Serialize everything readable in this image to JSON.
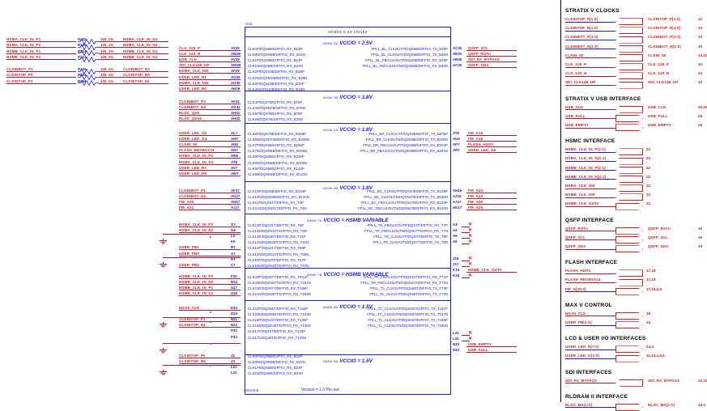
{
  "document": {
    "unit_label": "Unit",
    "block_title": "stratix v sx clocks",
    "footer_left": "SOAVN-E",
    "footer_center": "Version = 1.0 Pin-out"
  },
  "banks": [
    {
      "bank_label": "BANK 3A",
      "vccio": "VCCIO = 2.5V"
    },
    {
      "bank_label": "BANK 3B",
      "vccio": "VCCIO = 1.8V"
    },
    {
      "bank_label": "BANK 4A",
      "vccio": "VCCIO = 1.8V"
    },
    {
      "bank_label": "BANK 4B",
      "vccio": "VCCIO = 1.8V"
    },
    {
      "bank_label": "BANK 7A",
      "vccio": "VCCIO = HSMB VARIABLE"
    },
    {
      "bank_label": "BANK 7B",
      "vccio": "VCCIO = HSMB VARIABLE"
    },
    {
      "bank_label": "BANK 8A",
      "vccio": "VCCIO = 1.5V"
    },
    {
      "bank_label": "BANK 8B",
      "vccio": "VCCIO = 1.5V"
    }
  ],
  "resistor_network": [
    {
      "left": "HSMA_CLK_IN_P1",
      "des": "R202",
      "value": "100, 1%",
      "right": "HSMA_CLK_IN_N1"
    },
    {
      "left": "HSMA_CLK_IN_P2",
      "des": "R196",
      "value": "100, 1%",
      "right": "HSMA_CLK_IN_N2"
    },
    {
      "left": "HSMB_CLK_IN_P1",
      "des": "R224",
      "value": "100, 1%",
      "right": "HSMB_CLK_IN_N1"
    },
    {
      "left": "HSMB_CLK_IN_P2",
      "des": "R223",
      "value": "100, 1%",
      "right": "HSMB_CLK_IN_N2"
    },
    {
      "left": "CLKINBOT_P1",
      "des": "R225",
      "value": "100, 1%",
      "right": "CLKINBOT_N1"
    },
    {
      "left": "CLKINTOP_P0",
      "des": "R861",
      "value": "100, 1%",
      "right": "CLKINTOP_N0"
    },
    {
      "left": "CLKINTOP_P1",
      "des": "R296",
      "value": "100, 1%",
      "right": "CLKINTOP_N1"
    }
  ],
  "left_nets": [
    {
      "name": "CLK_125_P",
      "ball": "AV29"
    },
    {
      "name": "CLK_125_N",
      "ball": "AW29"
    },
    {
      "name": "USB_CLK",
      "ball": "AV28"
    },
    {
      "name": "SDI_CLK148_UP",
      "ball": "AW28"
    },
    {
      "name": "HSMA_CLK_IN0",
      "ball": "AF29"
    },
    {
      "name": "USER_LED_R1",
      "ball": "AG29"
    },
    {
      "name": "HSMA_CLK_IN0",
      "ball": "AG30"
    },
    {
      "name": "USER_LED_R0",
      "ball": "AH29"
    },
    {
      "name": "CLKINBOT_P0",
      "ball": "AF32"
    },
    {
      "name": "CLKINBOT_N0",
      "ball": "AG32"
    },
    {
      "name": "RLDC_QK0",
      "ball": "AH31"
    },
    {
      "name": "RLDC_QK0n",
      "ball": "AH32"
    },
    {
      "name": "USER_LED_G2",
      "ball": "AL7"
    },
    {
      "name": "USER_LED_G4",
      "ball": "AM7"
    },
    {
      "name": "CLKIN_50",
      "ball": "AN6"
    },
    {
      "name": "FLASH_RDYBSYn1",
      "ball": "AN7"
    },
    {
      "name": "HSMA_CLK_IN_P1",
      "ball": "AR8"
    },
    {
      "name": "HSMA_CLK_IN_N1",
      "ball": "AT8"
    },
    {
      "name": "USER_LED_R7",
      "ball": "AV7"
    },
    {
      "name": "USER_LED_R5",
      "ball": "AW7"
    },
    {
      "name": "CLKINBOT_P1",
      "ball": "AF17"
    },
    {
      "name": "CLKINBOT_N1",
      "ball": "AG17"
    },
    {
      "name": "FM_A20",
      "ball": "AH17"
    },
    {
      "name": "FM_A21",
      "ball": "AJ17"
    },
    {
      "name": "HSMA_CLK_IN_P2",
      "ball": "G7"
    },
    {
      "name": "HSMA_CLK_IN_N2",
      "ball": "G6"
    },
    {
      "name": "",
      "ball": "L6"
    },
    {
      "name": "",
      "ball": "K6"
    },
    {
      "name": "USER_PB1",
      "ball": "B7"
    },
    {
      "name": "USER_PB0",
      "ball": "A7"
    },
    {
      "name": "",
      "ball": "D7"
    },
    {
      "name": "USER_PB2",
      "ball": "C7"
    },
    {
      "name": "HSMB_CLK_IN_P2",
      "ball": "F29"
    },
    {
      "name": "HSMB_CLK_IN_N2",
      "ball": "N34"
    },
    {
      "name": "HSMB_CLK_IN_P1",
      "ball": "U17"
    },
    {
      "name": "HSMB_CLK_IN_N1",
      "ball": "U16"
    },
    {
      "name": "MAX5_CLK",
      "ball": "E34"
    },
    {
      "name": "",
      "ball": "D34"
    },
    {
      "name": "CLKINTOP_P1",
      "ball": "N21"
    },
    {
      "name": "CLKINTOP_N1",
      "ball": "N22"
    },
    {
      "name": "",
      "ball": "P32"
    },
    {
      "name": "",
      "ball": "P33"
    },
    {
      "name": "CLKINTOP_P0",
      "ball": "J2"
    },
    {
      "name": "CLKINTOP_N0",
      "ball": "J3"
    },
    {
      "name": "",
      "ball": "L21"
    },
    {
      "name": "",
      "ball": "L22"
    }
  ],
  "pin_names_left": [
    "CLK0P/DQS9B/DIFFIO_RX_B22P",
    "CLK0N/DQSN9B/DIFFIO_RX_B22N",
    "CLK1P/DQS8B/DIFFIO_RX_B24P",
    "CLK1N/DQS8B/DIFFIO_RX_B24N",
    "CLK2P/DQS10B/DIFFIO_RX_B28P",
    "CLK2N/DQSN10B/DIFFIO_RX_B28N",
    "CLK3P/DQS10B/DIFFIO_RX_B30P",
    "CLK3N/DQS10B/DIFFIO_RX_B30N",
    "CLK4P/DQS7B/DIFFIO_RX_B75P",
    "CLK4N/DQSN7B/DIFFIO_RX_B75N",
    "CLK5P/DQS7B/DIFFIO_RX_B78P",
    "CLK5N/DQS7B/DIFFIO_RX_B78N",
    "CLK6P/DQS70B/DIFFIO_RX_B208P",
    "CLK6N/DQSN70B/DIFFIO_RX_B208N",
    "CLK7P/DQS6B/DIFFIO_RX_B206P",
    "CLK7N/DQSN6B/DIFFIO_RX_B206N",
    "CLK8P/DQS6B/DIFFIO_RX_B200P",
    "CLK8N/DQSN6B/DIFFIO_RX_B200N",
    "CLK9P/DQS5B/DIFFIO_RX_B142P",
    "CLK9N/DQSN5B/DIFFIO_RX_B142N",
    "CLK10P/DQS5B/DIFFIO_RX_B144P",
    "CLK10N/DQSN5B/DIFFIO_RX_B144N",
    "CLK11P/DQS31T/DIFFIO_RX_T3P",
    "CLK11N/DQSN31T/DIFFIO_RX_T3N",
    "CLK12P/DQS31T/DIFFIO_RX_T5P",
    "CLK12N/DQSN31T/DIFFIO_RX_T5N",
    "CLK13P/DQS30T/DIFFIO_RX_T11P",
    "CLK13N/DQSN30T/DIFFIO_RX_T11N",
    "CLK14P/DQS21T/DIFFIO_RX_T69P",
    "CLK14N/DQSN21T/DIFFIO_RX_T69N",
    "CLK15P/DQS20T/DIFFIO_RX_T67P",
    "CLK15N/DQSN20T/DIFFIO_RX_T67N",
    "CLK20P/DQS67T/DIFFIO_RX_T201P",
    "CLK20N/DQSN67T/DIFFIO_RX_T201N",
    "CLK21P/DQS67T/DIFFIO_RX_T199P",
    "CLK21N/DQSN67T/DIFFIO_RX_T199N",
    "CLK22P/DQS65T/DIFFIO_RX_T133P",
    "CLK22N/DQSN65T/DIFFIO_RX_T133N",
    "CLK16P/DQS45T/DIFFIO_RX_T135P",
    "CLK16N/DQSN45T/DIFFIO_RX_T135N",
    "CLK17P/DQ45T/DIFFIO_RX_T133P",
    "CLK17N/DQ45T/DIFFIO_RX_T133N"
  ],
  "pin_names_right": [
    "FPLL_BL_CLKOUTP/DQS9B/DIFFIO_TX_B25P",
    "FPLL_BL_CLKOUTN/DQS9B/DIFFIO_TX_B25N",
    "FPLL_BL_FB/CLKOUTP/DQS9B/DIFFIO_RX_B26P",
    "FPLL_BL_FB/CLKOUTN/DQSN9B/DIFFIO_RX_B26N",
    "FPLL_BR_CLKOUTP/DQS9B/DIFFIO_TX_B205P",
    "FPLL_BR_CLKOUTN/DQSN9B/DIFFIO_TX_B205N",
    "FPLL_BR_FB/CLKOUTP/DQS9B/DIFFIO_RX_B204P",
    "FPLL_BR_FB/CLKOUTN/DQSN9B/DIFFIO_RX_B204N",
    "FPLL_BC_CLKOUTP/DQS47B/DIFFIO_TX_B138P",
    "FPLL_BC_CLKOUTN/DQSN47B/DIFFIO_TX_B138N",
    "FPLL_BC_FB/CLKOUTP/DQS47B/DIFFIO_RX_B140P",
    "FPLL_BC_FB/CLKOUTN/DQSN47B/DIFFIO_RX_B140N",
    "FPLL_TR_FB/CLKOUTP/DQS7T/DIFFIO_RX_T7P",
    "FPLL_TR_FB/CLKOUTN/DQSN7T/DIFFIO_RX_T7N",
    "FPLL_TR_CLKOUTP/DQS7T/DIFFIO_TX_T9P",
    "FPLL_TR_CLKOUTN/DQS7T/DIFFIO_TX_T9N",
    "FPLL_TR_FB/CLKOUTP/DQS24T/DIFFIO_RX_T71P",
    "FPLL_TR_FB/CLKOUTN/DQSN24T/DIFFIO_RX_T71N",
    "FPLL_TL_CLKOUTP/DQS68T/DIFFIO_TX_T73P",
    "FPLL_TL_CLKOUTN/DQS68T/DIFFIO_TX_T73N",
    "FPLL_TC_CLKOUTP/DQS66T/DIFFIO_TX_T197P",
    "FPLL_TC_CLKOUTN/DQS66T/DIFFIO_TX_T197N",
    "FPLL_TL_CLKOUTP/DQS66T/DIFFIO_TX_T195P",
    "FPLL_TL_CLKOUTN/DQS66T/DIFFIO_TX_T195N"
  ],
  "right_nets": [
    {
      "ball": "AC30",
      "name": "QSFP_SCL"
    },
    {
      "ball": "AE30",
      "name": "QSFP_RSTn"
    },
    {
      "ball": "AB30",
      "name": "SDI_RX_BYPASS"
    },
    {
      "ball": "AC30",
      "name": "QSFP_SDA"
    },
    {
      "ball": "AT6",
      "name": "FM_A19"
    },
    {
      "ball": "AU6",
      "name": "FM_A18"
    },
    {
      "ball": "AP7",
      "name": "FLASH_ADVn"
    },
    {
      "ball": "AR7",
      "name": "USER_LED_G6"
    },
    {
      "ball": "AH16",
      "name": "FM_A24"
    },
    {
      "ball": "AJ16",
      "name": "FM_A23"
    },
    {
      "ball": "AJ17",
      "name": "FM_A26"
    },
    {
      "ball": "AK17",
      "name": "FM_A25"
    },
    {
      "ball": "A3",
      "name": ""
    },
    {
      "ball": "A4",
      "name": ""
    },
    {
      "ball": "A5",
      "name": ""
    },
    {
      "ball": "A6",
      "name": ""
    },
    {
      "ball": "J16",
      "name": ""
    },
    {
      "ball": "J17",
      "name": ""
    },
    {
      "ball": "K16",
      "name": "HSMB_CLK_OUT0"
    },
    {
      "ball": "K18",
      "name": ""
    },
    {
      "ball": "L33",
      "name": ""
    },
    {
      "ball": "L34",
      "name": ""
    },
    {
      "ball": "N33",
      "name": "USB_EMPTY"
    },
    {
      "ball": "N34",
      "name": "USB_FULL"
    }
  ],
  "right_panel": {
    "sections": [
      {
        "title": "STRATIX V CLOCKS",
        "ports": [
          {
            "left_label": "CLKINTOP_P[1:0]",
            "right_label": "CLKINTOP_P[1:0]",
            "pages": "10",
            "dir": "in",
            "bus": true
          },
          {
            "left_label": "CLKINTOP_N[1:0]",
            "right_label": "CLKINTOP_N[1:0]",
            "pages": "10",
            "dir": "in",
            "bus": true
          },
          {
            "left_label": "CLKINBOT_P[1:0]",
            "right_label": "CLKINBOT_P[1:0]",
            "pages": "10",
            "dir": "in",
            "bus": true
          },
          {
            "left_label": "CLKINBOT_N[1:0]",
            "right_label": "CLKINBOT_N[1:0]",
            "pages": "10",
            "dir": "in",
            "bus": true
          },
          {
            "left_label": "CLKIN_50",
            "right_label": "CLKIN_50",
            "pages": "10,10",
            "dir": "in",
            "bus": false
          },
          {
            "left_label": "CLK_125_P",
            "right_label": "CLK_125_P",
            "pages": "10",
            "dir": "in",
            "bus": false
          },
          {
            "left_label": "CLK_125_N",
            "right_label": "CLK_125_N",
            "pages": "10",
            "dir": "in",
            "bus": false
          },
          {
            "left_label": "SDI_CLK148_UP",
            "right_label": "SDI_CLK148_UP",
            "pages": "10",
            "dir": "in",
            "bus": false
          }
        ]
      },
      {
        "title": "STRATIX V USB INTERFACE",
        "ports": [
          {
            "left_label": "USB_CLK",
            "right_label": "USB_CLK",
            "pages": "10,25",
            "dir": "in",
            "bus": false
          },
          {
            "left_label": "USB_FULL",
            "right_label": "USB_FULL",
            "pages": "25",
            "dir": "out",
            "bus": false
          },
          {
            "left_label": "USB_EMPTY",
            "right_label": "USB_EMPTY",
            "pages": "25",
            "dir": "out",
            "bus": false
          }
        ]
      },
      {
        "title": "HSMC INTERFACE",
        "ports": [
          {
            "left_label": "HSMA_CLK_IN_P[2:1]",
            "right_label": "",
            "pages": "22",
            "dir": "in",
            "bus": true
          },
          {
            "left_label": "HSMA_CLK_IN_N[2:1]",
            "right_label": "",
            "pages": "22",
            "dir": "in",
            "bus": true
          },
          {
            "left_label": "HSMB_CLK_IN_P[2:1]",
            "right_label": "",
            "pages": "22",
            "dir": "in",
            "bus": true
          },
          {
            "left_label": "HSMB_CLK_IN_N[2:1]",
            "right_label": "",
            "pages": "22",
            "dir": "in",
            "bus": true
          },
          {
            "left_label": "HSMA_CLK_IN0",
            "right_label": "",
            "pages": "22",
            "dir": "in",
            "bus": false
          },
          {
            "left_label": "HSMB_CLK_IN0",
            "right_label": "",
            "pages": "22",
            "dir": "in",
            "bus": false
          },
          {
            "left_label": "HSMB_CLK_OUT0",
            "right_label": "",
            "pages": "22",
            "dir": "out",
            "bus": false
          }
        ]
      },
      {
        "title": "QSFP INTERFACE",
        "ports": [
          {
            "left_label": "QSFP_RSTn",
            "right_label": "QSFP_RSTn",
            "pages": "19",
            "dir": "out",
            "bus": false
          },
          {
            "left_label": "QSFP_SCL",
            "right_label": "QSFP_SCL",
            "pages": "19",
            "dir": "out",
            "bus": false
          },
          {
            "left_label": "QSFP_SDA",
            "right_label": "QSFP_SDA",
            "pages": "19",
            "dir": "out",
            "bus": false
          }
        ]
      },
      {
        "title": "FLASH INTERFACE",
        "ports": [
          {
            "left_label": "FLASH_ADVn",
            "right_label": "",
            "pages": "17,18",
            "dir": "in",
            "bus": false
          },
          {
            "left_label": "FLASH_RDYBSYn1",
            "right_label": "",
            "pages": "17,18",
            "dir": "in",
            "bus": false
          },
          {
            "left_label": "FM_A[26:0]",
            "right_label": "",
            "pages": "17,18,4,5",
            "dir": "out",
            "bus": true
          }
        ]
      },
      {
        "title": "MAX V CONTROL",
        "ports": [
          {
            "left_label": "MAX5_CLK",
            "right_label": "",
            "pages": "18",
            "dir": "out",
            "bus": false
          },
          {
            "left_label": "USER_PB[2:0]",
            "right_label": "",
            "pages": "24",
            "dir": "out",
            "bus": true
          }
        ]
      },
      {
        "title": "LCD & USER I/O INTERFACES",
        "ports": [
          {
            "left_label": "USER_LED_R[7:0]",
            "right_label": "",
            "pages": "24,4",
            "dir": "out",
            "bus": true
          },
          {
            "left_label": "USER_LED_G[7:0]",
            "right_label": "",
            "pages": "11,24,4,5,6",
            "dir": "out",
            "bus": true
          }
        ]
      },
      {
        "title": "SDI INTERFACES",
        "ports": [
          {
            "left_label": "SDI_RX_BYPASS",
            "right_label": "SDI_RX_BYPASS",
            "pages": "10,21",
            "dir": "in",
            "bus": false
          }
        ]
      },
      {
        "title": "RLDRAM II INTERFACE",
        "ports": [
          {
            "left_label": "RLDC_BA[2:0]",
            "right_label": "RLDC_BA[2:0]",
            "pages": "16,4",
            "dir": "out",
            "bus": true
          }
        ]
      }
    ]
  }
}
